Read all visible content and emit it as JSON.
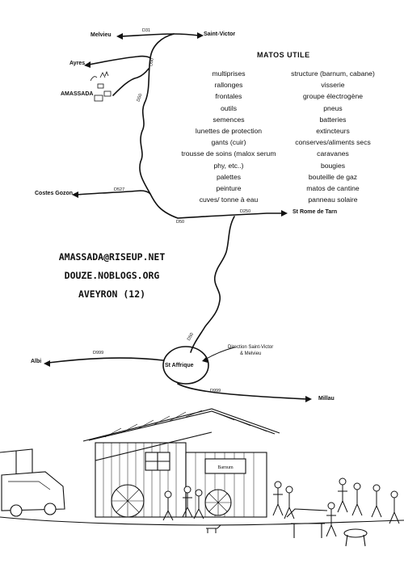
{
  "map": {
    "places": {
      "melvieu": "Melvieu",
      "saint_victor": "Saint-Victor",
      "ayres": "Ayres",
      "amassada": "AMASSADA",
      "costes_gozon": "Costes Gozon",
      "st_rome_de_tarn": "St Rome de Tarn",
      "albi": "Albi",
      "st_affrique": "St Affrique",
      "millau": "Millau"
    },
    "roads": {
      "d31": "D31",
      "d50_north": "D50",
      "d50_mid": "D50",
      "d527": "D527",
      "d250": "D250",
      "d50_low": "D50",
      "d50_south": "D50",
      "d999_west": "D999",
      "d999_east": "D999"
    },
    "direction_note": [
      "Direction Saint-Victor",
      "& Melvieu"
    ]
  },
  "matos": {
    "title": "MATOS UTILE",
    "col1": [
      "multiprises",
      "rallonges",
      "frontales",
      "outils",
      "semences",
      "lunettes de protection",
      "gants (cuir)",
      "trousse de soins (malox serum",
      "phy, etc..)",
      "palettes",
      "peinture",
      "cuves/ tonne à eau"
    ],
    "col2": [
      "structure (barnum, cabane)",
      "visserie",
      "groupe électrogène",
      "pneus",
      "batteries",
      "extincteurs",
      "conserves/aliments secs",
      "caravanes",
      "bougies",
      "bouteille de gaz",
      "matos de cantine",
      "panneau solaire"
    ]
  },
  "contact": [
    "AMASSADA@RISEUP.NET",
    "DOUZE.NOBLOGS.ORG",
    "AVEYRON (12)"
  ],
  "illustration": {
    "sign": "Barnum"
  }
}
